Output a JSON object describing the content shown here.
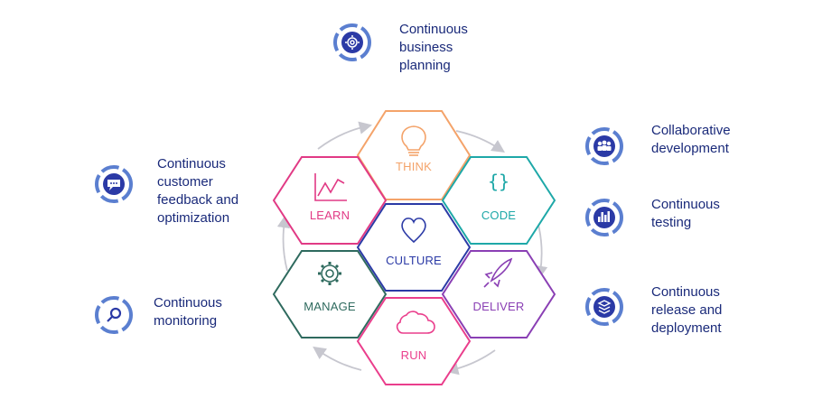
{
  "hexagons": [
    {
      "label": "THINK",
      "icon": "lightbulb-icon",
      "color": "#f4a36a"
    },
    {
      "label": "CODE",
      "icon": "curly-braces-icon",
      "color": "#1ea8a8"
    },
    {
      "label": "DELIVER",
      "icon": "rocket-icon",
      "color": "#8a3fb4"
    },
    {
      "label": "RUN",
      "icon": "cloud-icon",
      "color": "#ea3e8c"
    },
    {
      "label": "MANAGE",
      "icon": "gear-icon",
      "color": "#2e6a5e"
    },
    {
      "label": "LEARN",
      "icon": "line-chart-icon",
      "color": "#e13a85"
    },
    {
      "label": "CULTURE",
      "icon": "heart-icon",
      "color": "#2b3aa6"
    }
  ],
  "practices": [
    {
      "lines": [
        "Continuous",
        "business",
        "planning"
      ],
      "icon": "gear-icon"
    },
    {
      "lines": [
        "Collaborative",
        "development"
      ],
      "icon": "people-icon"
    },
    {
      "lines": [
        "Continuous",
        "testing"
      ],
      "icon": "bar-chart-icon"
    },
    {
      "lines": [
        "Continuous",
        "release and",
        "deployment"
      ],
      "icon": "layers-icon"
    },
    {
      "lines": [
        "Continuous",
        "monitoring"
      ],
      "icon": "magnifier-icon"
    },
    {
      "lines": [
        "Continuous",
        "customer",
        "feedback and",
        "optimization"
      ],
      "icon": "chat-bubble-icon"
    }
  ],
  "colors": {
    "practice_icon": "#2b3aa6",
    "practice_ring": "#5b7fd0",
    "practice_text": "#1a2a7a",
    "cycle_arrows": "#c7c7cf"
  }
}
